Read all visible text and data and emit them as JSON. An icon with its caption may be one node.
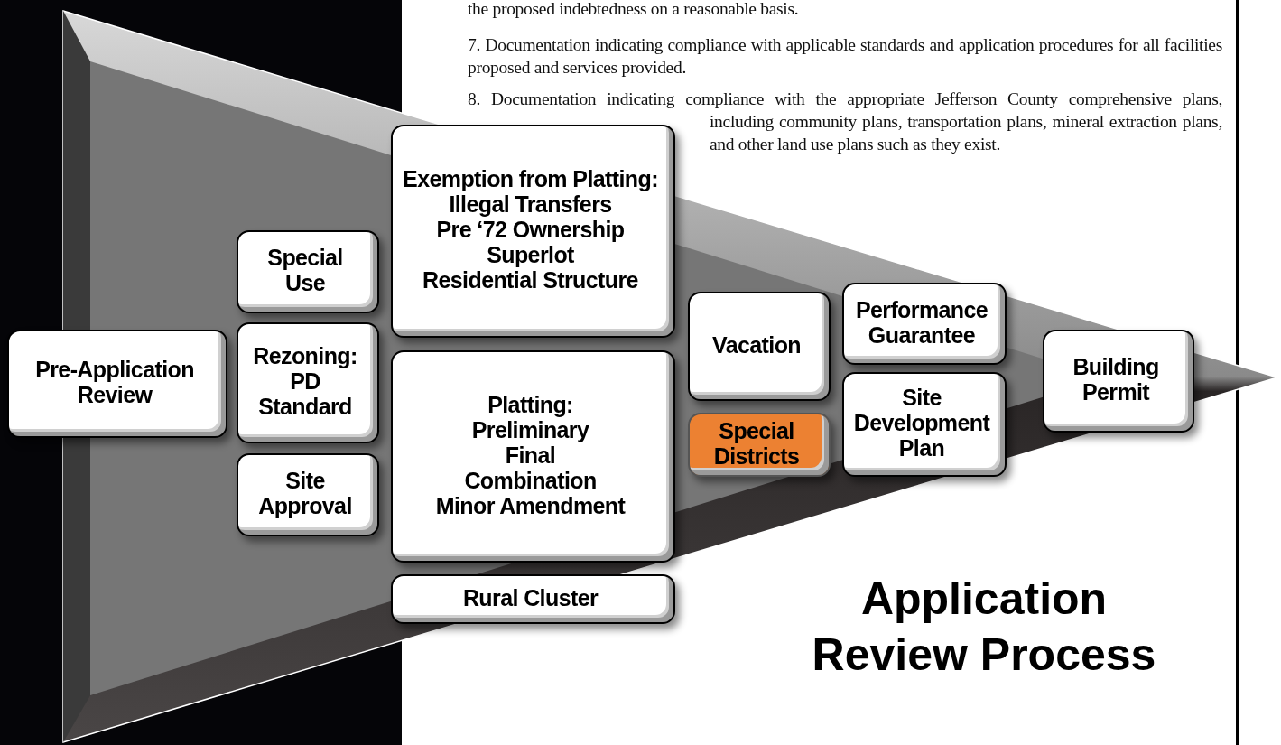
{
  "diagram": {
    "title": "Application Review Process",
    "nodes": [
      {
        "text": [
          "Pre-Application Review"
        ]
      },
      {
        "text": [
          "Special Use"
        ]
      },
      {
        "text": [
          "Rezoning:",
          "PD",
          "Standard"
        ]
      },
      {
        "text": [
          "Site Approval"
        ]
      },
      {
        "text": [
          "Exemption from Platting:",
          "Illegal Transfers",
          "Pre ‘72 Ownership",
          "Superlot",
          "Residential Structure"
        ]
      },
      {
        "text": [
          "Platting:",
          "Preliminary",
          "Final",
          "Combination",
          "Minor Amendment"
        ]
      },
      {
        "text": [
          "Rural Cluster"
        ]
      },
      {
        "text": [
          "Vacation"
        ]
      },
      {
        "text": [
          "Special Districts"
        ]
      },
      {
        "text": [
          "Performance Guarantee"
        ]
      },
      {
        "text": [
          "Site Development Plan"
        ]
      },
      {
        "text": [
          "Building Permit"
        ]
      }
    ],
    "labels": [
      "the proposed indebtedness on a reasonable basis.",
      "7. Documentation indicating compliance with applicable standards and application procedures for all facilities proposed and services provided.",
      "8. Documentation indicating compliance with the appropriate Jefferson County comprehensive plans, including community plans, transportation plans, mineral extraction plans, and other land use plans such as they exist."
    ]
  }
}
